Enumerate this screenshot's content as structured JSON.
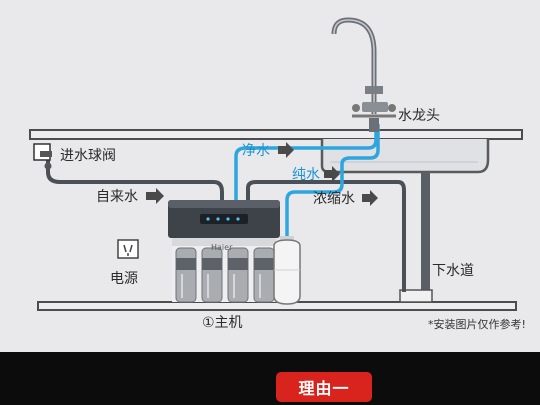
{
  "labels": {
    "faucet": "水龙头",
    "inlet_valve": "进水球阀",
    "tap_water": "自来水",
    "clean_water": "净水",
    "pure_water": "纯水",
    "concentrate": "浓缩水",
    "power": "电源",
    "drain": "下水道",
    "main_unit": "①主机",
    "brand": "Haier",
    "note": "*安装图片仅作参考!"
  },
  "button": {
    "label": "理由一"
  },
  "colors": {
    "pipe_dark": "#4a5058",
    "pipe_cyan": "#2da5df",
    "arrow": "#4a4a4a",
    "button": "#d9231d",
    "background": "#e9e9ec"
  },
  "icons": [
    "ball-valve-icon",
    "power-outlet-icon",
    "water-faucet-icon",
    "arrow-right-icon"
  ]
}
